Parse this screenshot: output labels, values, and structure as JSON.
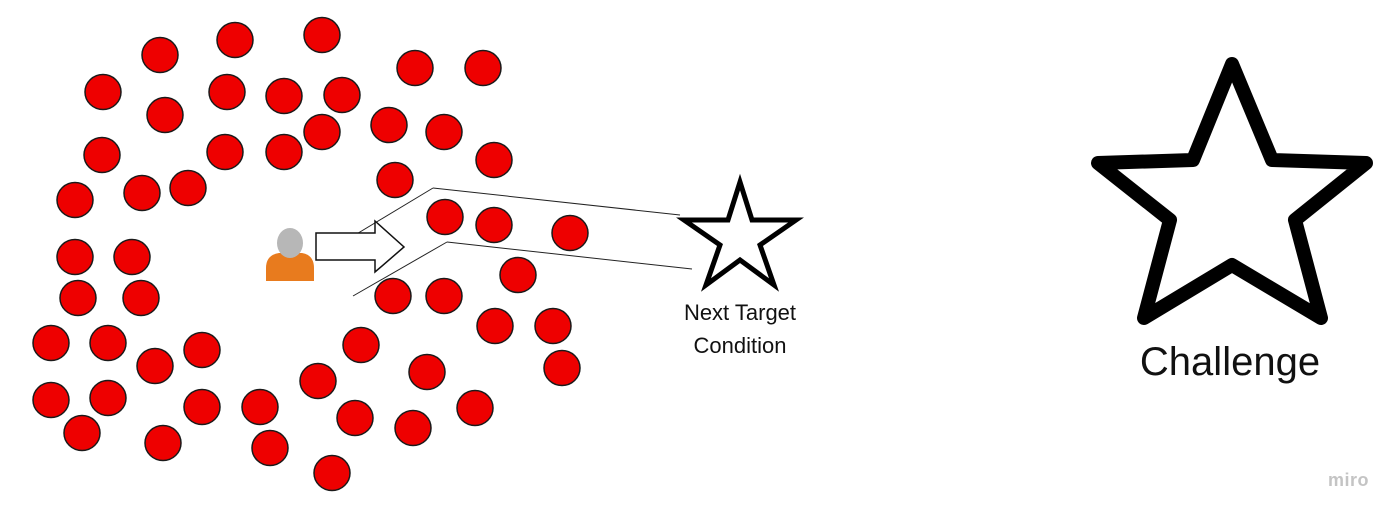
{
  "diagram": {
    "next_target": {
      "line1": "Next Target",
      "line2": "Condition"
    },
    "challenge": {
      "label": "Challenge"
    },
    "watermark": "miro",
    "colors": {
      "obstacle_fill": "#ee0000",
      "obstacle_stroke": "#1a1a1a",
      "person_body": "#e87b1e",
      "person_head": "#b7b7b7",
      "star_stroke": "#000000",
      "background": "#ffffff"
    },
    "icons": {
      "obstacles": "red-circle",
      "person": "person-icon",
      "direction": "arrow-right-icon",
      "target": "star-outline-icon",
      "goal": "star-outline-icon"
    }
  }
}
